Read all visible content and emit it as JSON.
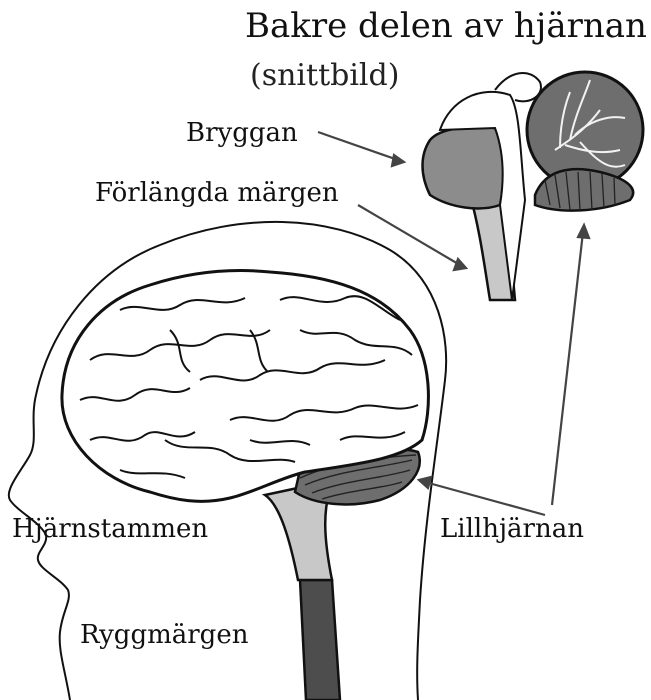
{
  "title": "Bakre delen av hjärnan",
  "subtitle": "(snittbild)",
  "labels": {
    "bryggan": "Bryggan",
    "forlangda_margen": "Förlängda märgen",
    "hjarnstammen": "Hjärnstammen",
    "lillhjarnan": "Lillhjärnan",
    "ryggmargen": "Ryggmärgen"
  },
  "colors": {
    "outline": "#111111",
    "pons": "#8c8c8c",
    "medulla": "#c8c8c8",
    "spinal_cord": "#4d4d4d",
    "cerebellum": "#6e6e6e",
    "brain_fill": "#ffffff"
  }
}
